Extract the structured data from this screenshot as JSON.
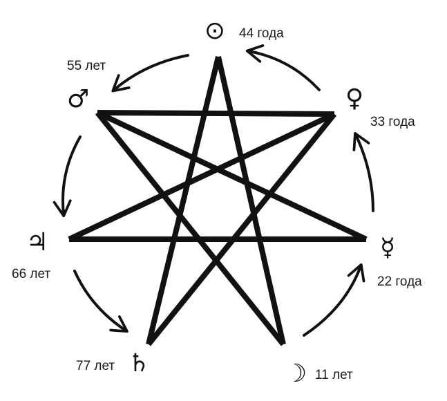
{
  "planets": [
    {
      "id": "sun",
      "symbol": "⊙",
      "icon": "sun-icon",
      "label": "44 года"
    },
    {
      "id": "venus",
      "symbol": "♀",
      "icon": "venus-icon",
      "label": "33 года"
    },
    {
      "id": "mercury",
      "symbol": "☿",
      "icon": "mercury-icon",
      "label": "22 года"
    },
    {
      "id": "moon",
      "symbol": "☽",
      "icon": "moon-icon",
      "label": "11 лет"
    },
    {
      "id": "saturn",
      "symbol": "♄",
      "icon": "saturn-icon",
      "label": "77 лет"
    },
    {
      "id": "jupiter",
      "symbol": "♃",
      "icon": "jupiter-icon",
      "label": "66 лет"
    },
    {
      "id": "mars",
      "symbol": "♂",
      "icon": "mars-icon",
      "label": "55 лет"
    }
  ],
  "colors": {
    "ink": "#111111",
    "background": "#ffffff"
  }
}
